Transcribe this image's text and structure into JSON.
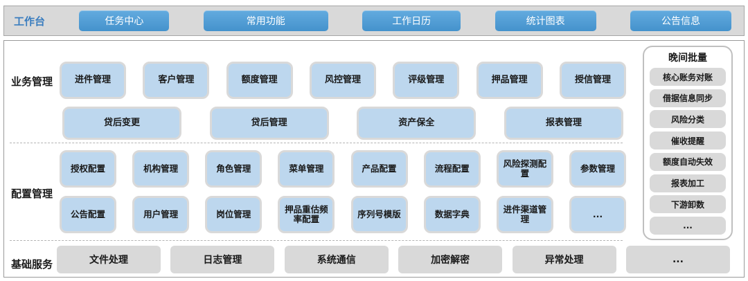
{
  "topbar": {
    "label": "工作台",
    "buttons": [
      "任务中心",
      "常用功能",
      "工作日历",
      "统计图表",
      "公告信息"
    ]
  },
  "sections": {
    "business": {
      "label": "业务管理",
      "row1": [
        "进件管理",
        "客户管理",
        "额度管理",
        "风控管理",
        "评级管理",
        "押品管理",
        "授信管理"
      ],
      "row2": [
        "贷后变更",
        "贷后管理",
        "资产保全",
        "报表管理"
      ]
    },
    "config": {
      "label": "配置管理",
      "row1": [
        "授权配置",
        "机构管理",
        "角色管理",
        "菜单管理",
        "产品配置",
        "流程配置",
        "风险探测配置",
        "参数管理"
      ],
      "row2": [
        "公告配置",
        "用户管理",
        "岗位管理",
        "押品重估频率配置",
        "序列号模版",
        "数据字典",
        "进件渠道管理",
        "..."
      ]
    },
    "base": {
      "label": "基础服务",
      "items": [
        "文件处理",
        "日志管理",
        "系统通信",
        "加密解密",
        "异常处理",
        "..."
      ]
    }
  },
  "night_batch": {
    "title": "晚间批量",
    "items": [
      "核心账务对账",
      "借据信息同步",
      "风险分类",
      "催收提醒",
      "额度自动失效",
      "报表加工",
      "下游卸数",
      "..."
    ]
  },
  "colors": {
    "accent_blue": "#4f9bd8",
    "tile_blue": "#bdd7ee",
    "tile_gray": "#d9d9d9",
    "bar_gray": "#d9d9d9",
    "label_blue": "#3a7dbf"
  }
}
